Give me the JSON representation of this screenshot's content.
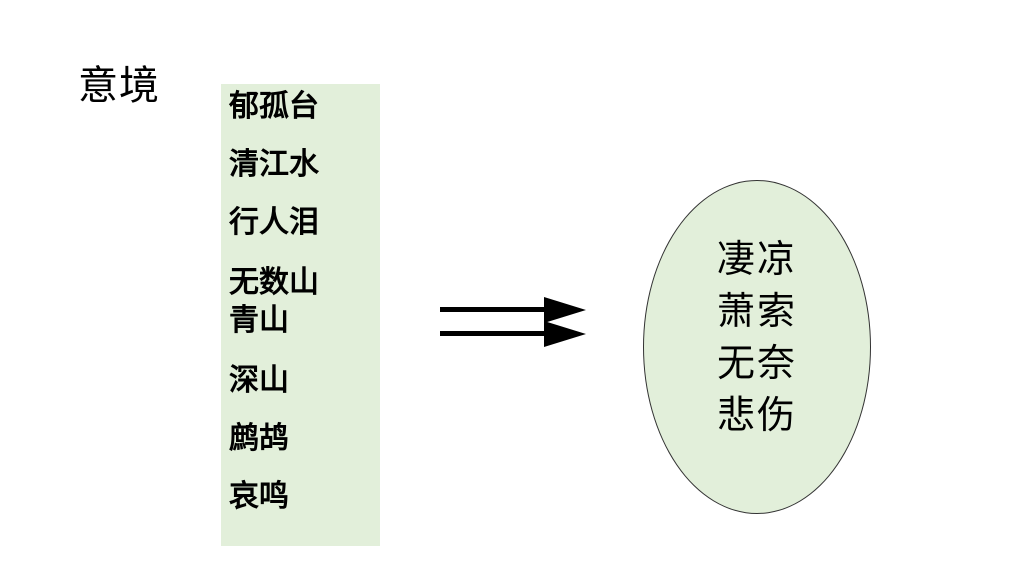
{
  "slide": {
    "title": "意境",
    "imagery": [
      "郁孤台",
      "清江水",
      "行人泪",
      "无数山",
      "青山",
      "深山",
      "鹧鸪",
      "哀鸣"
    ],
    "arrow_icon": "double-arrow-right-icon",
    "mood": [
      "凄凉",
      "萧索",
      "无奈",
      "悲伤"
    ],
    "colors": {
      "panel_fill": "#e2efda",
      "text": "#000000",
      "background": "#ffffff"
    }
  }
}
